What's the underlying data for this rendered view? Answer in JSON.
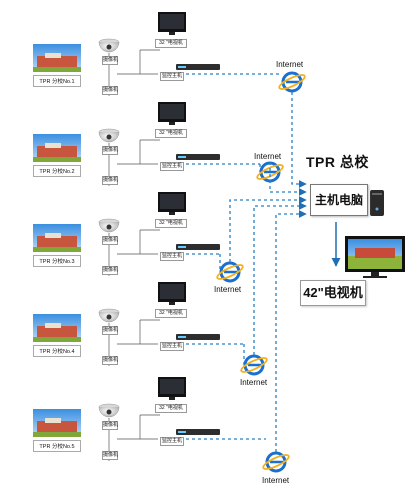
{
  "hq": {
    "title": "TPR 总校",
    "main_pc": "主机电脑",
    "tv": "42\"电视机"
  },
  "branches": [
    {
      "school": "TPR  分校No.1",
      "tv": "32 \"电视机",
      "host": "监控主机",
      "cam_top": "摄像机",
      "cam_bottom": "摄像机",
      "internet": "Internet"
    },
    {
      "school": "TPR  分校No.2",
      "tv": "32 \"电视机",
      "host": "监控主机",
      "cam_top": "摄像机",
      "cam_bottom": "摄像机",
      "internet": "Internet"
    },
    {
      "school": "TPR  分校No.3",
      "tv": "32 \"电视机",
      "host": "监控主机",
      "cam_top": "摄像机",
      "cam_bottom": "摄像机",
      "internet": "Internet"
    },
    {
      "school": "TPR  分校No.4",
      "tv": "32 \"电视机",
      "host": "监控主机",
      "cam_top": "摄像机",
      "cam_bottom": "摄像机",
      "internet": "Internet"
    },
    {
      "school": "TPR  分校No.5",
      "tv": "32 \"电视机",
      "host": "监控主机",
      "cam_top": "摄像机",
      "cam_bottom": "摄像机",
      "internet": "Internet"
    }
  ],
  "colors": {
    "dashed_link": "#2a7fc4",
    "arrow": "#1f6fb5",
    "ie_blue": "#1a6fd1",
    "ie_gold": "#f2b01e"
  },
  "icons": [
    "school-building-icon",
    "dome-camera-icon",
    "monitor-icon",
    "dvr-icon",
    "internet-explorer-icon",
    "desktop-tower-icon"
  ]
}
